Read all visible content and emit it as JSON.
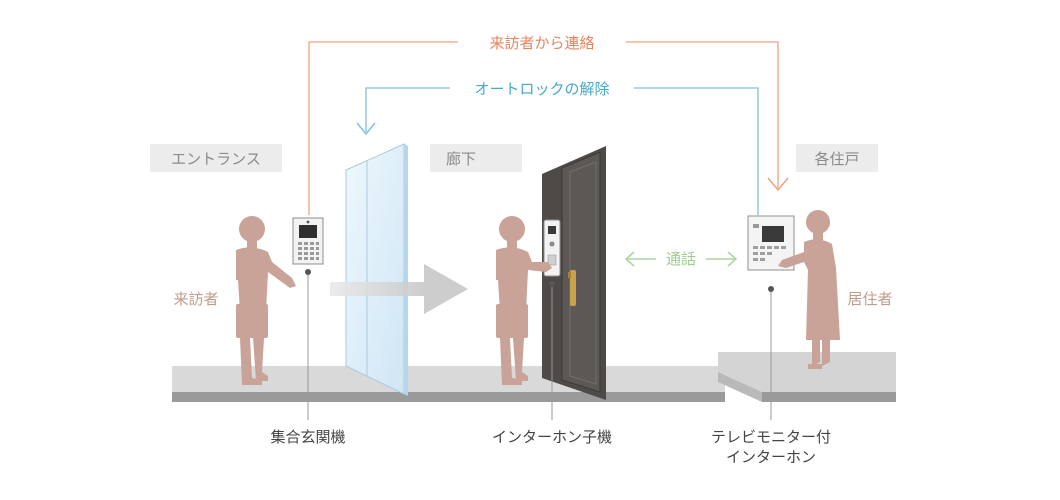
{
  "flows": {
    "visitor_contact": "来訪者から連絡",
    "autolock_release": "オートロックの解除",
    "talk": "通話"
  },
  "areas": {
    "entrance": "エントランス",
    "corridor": "廊下",
    "each_unit": "各住戸"
  },
  "people": {
    "visitor": "来訪者",
    "resident": "居住者"
  },
  "devices": {
    "entrance_panel": "集合玄関機",
    "door_station": "インターホン子機",
    "monitor_line1": "テレビモニター付",
    "monitor_line2": "インターホン"
  },
  "colors": {
    "contact_line": "#f0a080",
    "contact_text": "#e8845c",
    "release_line": "#7ec3d6",
    "release_text": "#46a9c8",
    "talk": "#a8d69a",
    "person": "#c9a397",
    "area_tag_bg": "#ececec",
    "area_tag_text": "#8a8a8a",
    "floor": "#d9d9d9",
    "floor_edge": "#9a9a9a",
    "door": "#4e4a47",
    "label_text": "#444444"
  }
}
